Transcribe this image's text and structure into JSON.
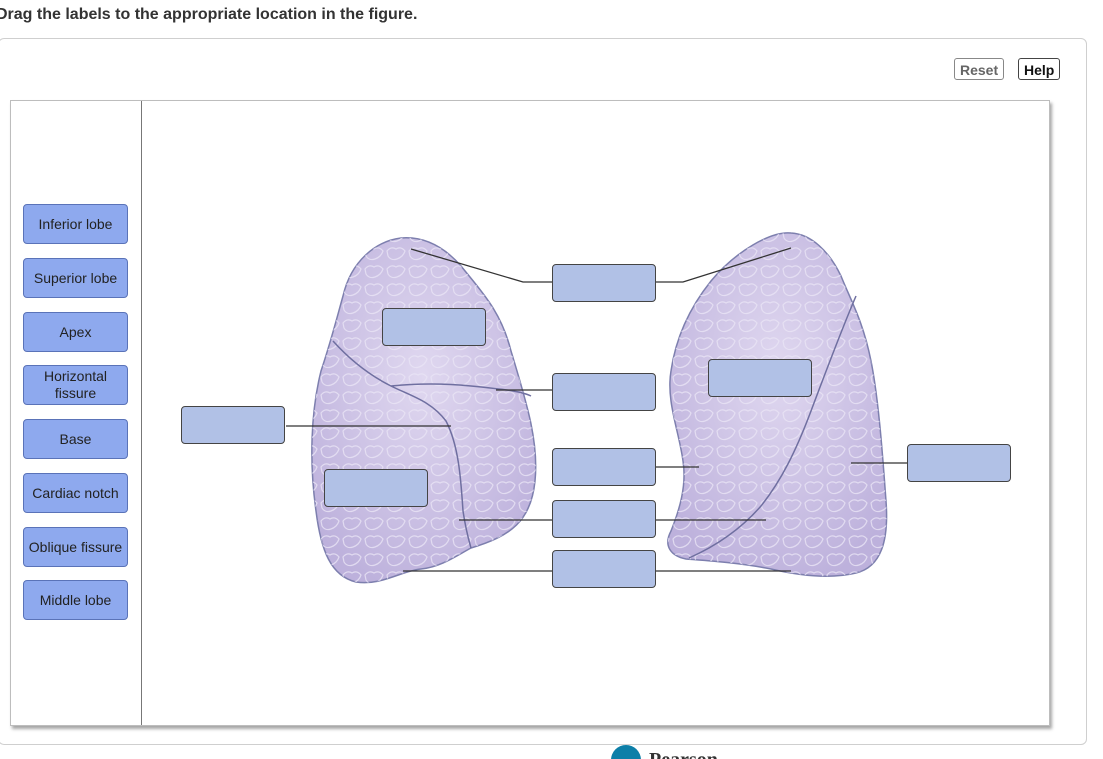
{
  "instruction": "Drag the labels to the appropriate location in the figure.",
  "toolbar": {
    "reset_label": "Reset",
    "help_label": "Help"
  },
  "label_bank": [
    "Inferior lobe",
    "Superior lobe",
    "Apex",
    "Horizontal fissure",
    "Base",
    "Cardiac notch",
    "Oblique fissure",
    "Middle lobe"
  ],
  "drop_targets_count": 10,
  "colors": {
    "label_chip": "#8ea9ee",
    "drop_target": "#b1c1e6",
    "lung_fill": "#cfc5e6",
    "lung_outline": "#7d7fae"
  },
  "footer": {
    "brand": "Pearson"
  }
}
